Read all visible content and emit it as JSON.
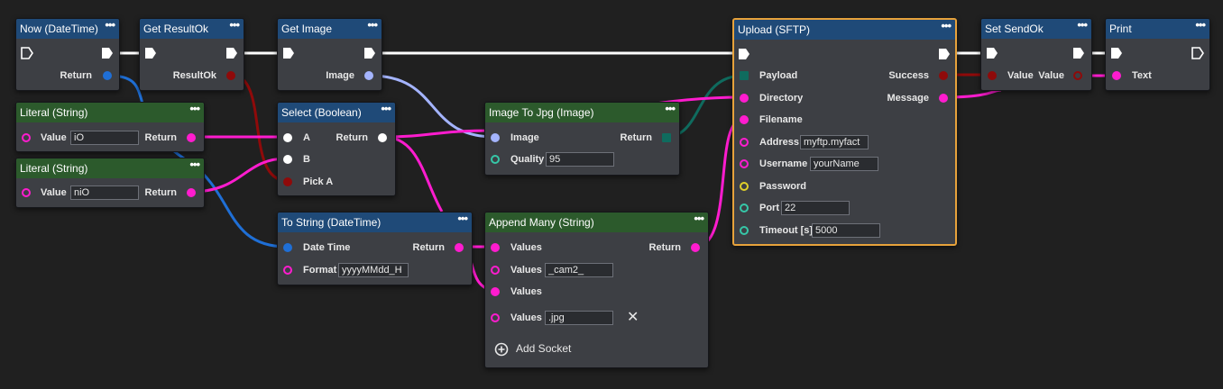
{
  "nodes": {
    "now": {
      "title": "Now (DateTime)",
      "return_label": "Return"
    },
    "get_result_ok": {
      "title": "Get ResultOk",
      "out_label": "ResultOk"
    },
    "get_image": {
      "title": "Get Image",
      "out_label": "Image"
    },
    "literal1": {
      "title": "Literal (String)",
      "value_label": "Value",
      "value": "iO",
      "return_label": "Return"
    },
    "literal2": {
      "title": "Literal (String)",
      "value_label": "Value",
      "value": "niO",
      "return_label": "Return"
    },
    "select": {
      "title": "Select (Boolean)",
      "a_label": "A",
      "b_label": "B",
      "pick_label": "Pick A",
      "return_label": "Return"
    },
    "to_string": {
      "title": "To String (DateTime)",
      "datetime_label": "Date Time",
      "format_label": "Format",
      "format_value": "yyyyMMdd_H",
      "return_label": "Return"
    },
    "image_to_jpg": {
      "title": "Image To Jpg (Image)",
      "image_label": "Image",
      "quality_label": "Quality",
      "quality_value": "95",
      "return_label": "Return"
    },
    "append_many": {
      "title": "Append Many (String)",
      "values_label": "Values",
      "value2": "_cam2_",
      "value4": ".jpg",
      "return_label": "Return",
      "add_socket_label": "Add Socket",
      "remove_glyph": "✕"
    },
    "upload": {
      "title": "Upload (SFTP)",
      "payload_label": "Payload",
      "directory_label": "Directory",
      "filename_label": "Filename",
      "address_label": "Address",
      "address_value": "myftp.myfact",
      "username_label": "Username",
      "username_value": "yourName",
      "password_label": "Password",
      "port_label": "Port",
      "port_value": "22",
      "timeout_label": "Timeout [s]",
      "timeout_value": "5000",
      "success_label": "Success",
      "message_label": "Message"
    },
    "set_sendok": {
      "title": "Set SendOk",
      "in_label": "Value",
      "out_label": "Value"
    },
    "print": {
      "title": "Print",
      "text_label": "Text"
    }
  },
  "menu_glyph": "•••",
  "colors": {
    "background": "#202020",
    "node_body": "#3d3f44",
    "header_blue": "#1f4a78",
    "header_green": "#2c5a2c",
    "selection": "#e7a23b",
    "exec": "#ffffff",
    "string": "#ff1ccf",
    "boolean": "#8f0a0a",
    "datetime": "#1f6fd6",
    "image": "#a4b4ff",
    "bytes": "#0f6b5e",
    "number": "#36c7a8",
    "password": "#e0d02a",
    "white_pin": "#ffffff"
  }
}
